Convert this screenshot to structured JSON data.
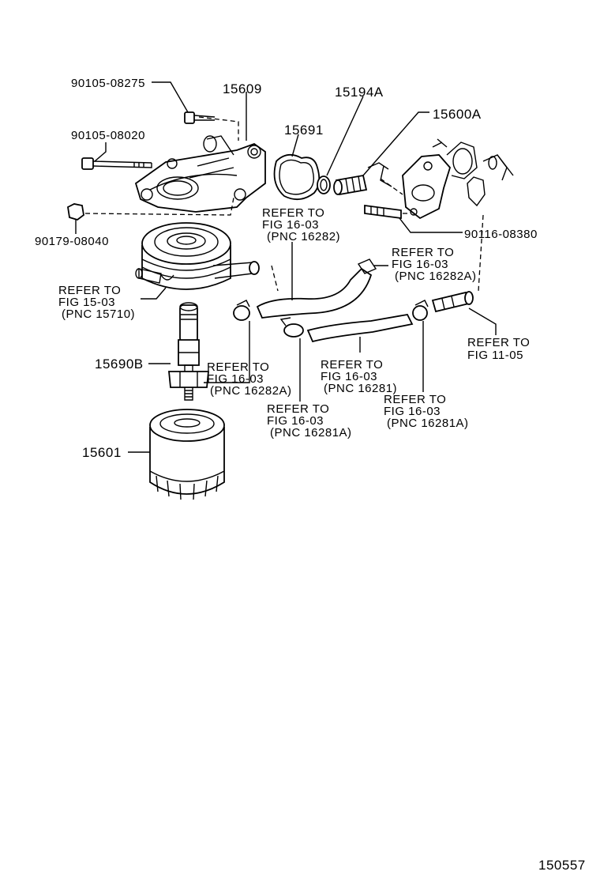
{
  "part_labels": {
    "p90105_08275": "90105-08275",
    "p15609": "15609",
    "p15194A": "15194A",
    "p15600A": "15600A",
    "p15691": "15691",
    "p90105_08020": "90105-08020",
    "p90179_08040": "90179-08040",
    "p90116_08380": "90116-08380",
    "p15690B": "15690B",
    "p15601": "15601"
  },
  "references": {
    "r16282": {
      "line1": "REFER TO",
      "line2": "FIG 16-03",
      "line3": "(PNC 16282)"
    },
    "r16282A_top": {
      "line1": "REFER TO",
      "line2": "FIG 16-03",
      "line3": "(PNC 16282A)"
    },
    "r15710": {
      "line1": "REFER TO",
      "line2": "FIG 15-03",
      "line3": "(PNC 15710)"
    },
    "r11_05": {
      "line1": "REFER TO",
      "line2": "FIG 11-05"
    },
    "r16282A_low": {
      "line1": "REFER TO",
      "line2": "FIG 16-03",
      "line3": "(PNC 16282A)"
    },
    "r16281": {
      "line1": "REFER TO",
      "line2": "FIG 16-03",
      "line3": "(PNC 16281)"
    },
    "r16281A_left": {
      "line1": "REFER TO",
      "line2": "FIG 16-03",
      "line3": "(PNC 16281A)"
    },
    "r16281A_right": {
      "line1": "REFER TO",
      "line2": "FIG 16-03",
      "line3": "(PNC 16281A)"
    }
  },
  "illustration_number": "150557"
}
